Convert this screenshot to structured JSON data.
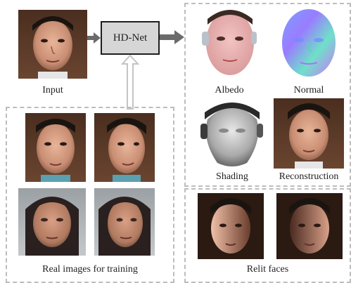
{
  "network": {
    "name": "HD-Net"
  },
  "labels": {
    "input": "Input",
    "albedo": "Albedo",
    "normal": "Normal",
    "shading": "Shading",
    "reconstruction": "Reconstruction",
    "training": "Real images for training",
    "relit": "Relit faces"
  },
  "colors": {
    "box_fill": "#d6d6d6",
    "arrow_dark": "#6b6b6b",
    "arrow_light": "#d0d0d0",
    "panel_border": "#bdbdbd"
  }
}
